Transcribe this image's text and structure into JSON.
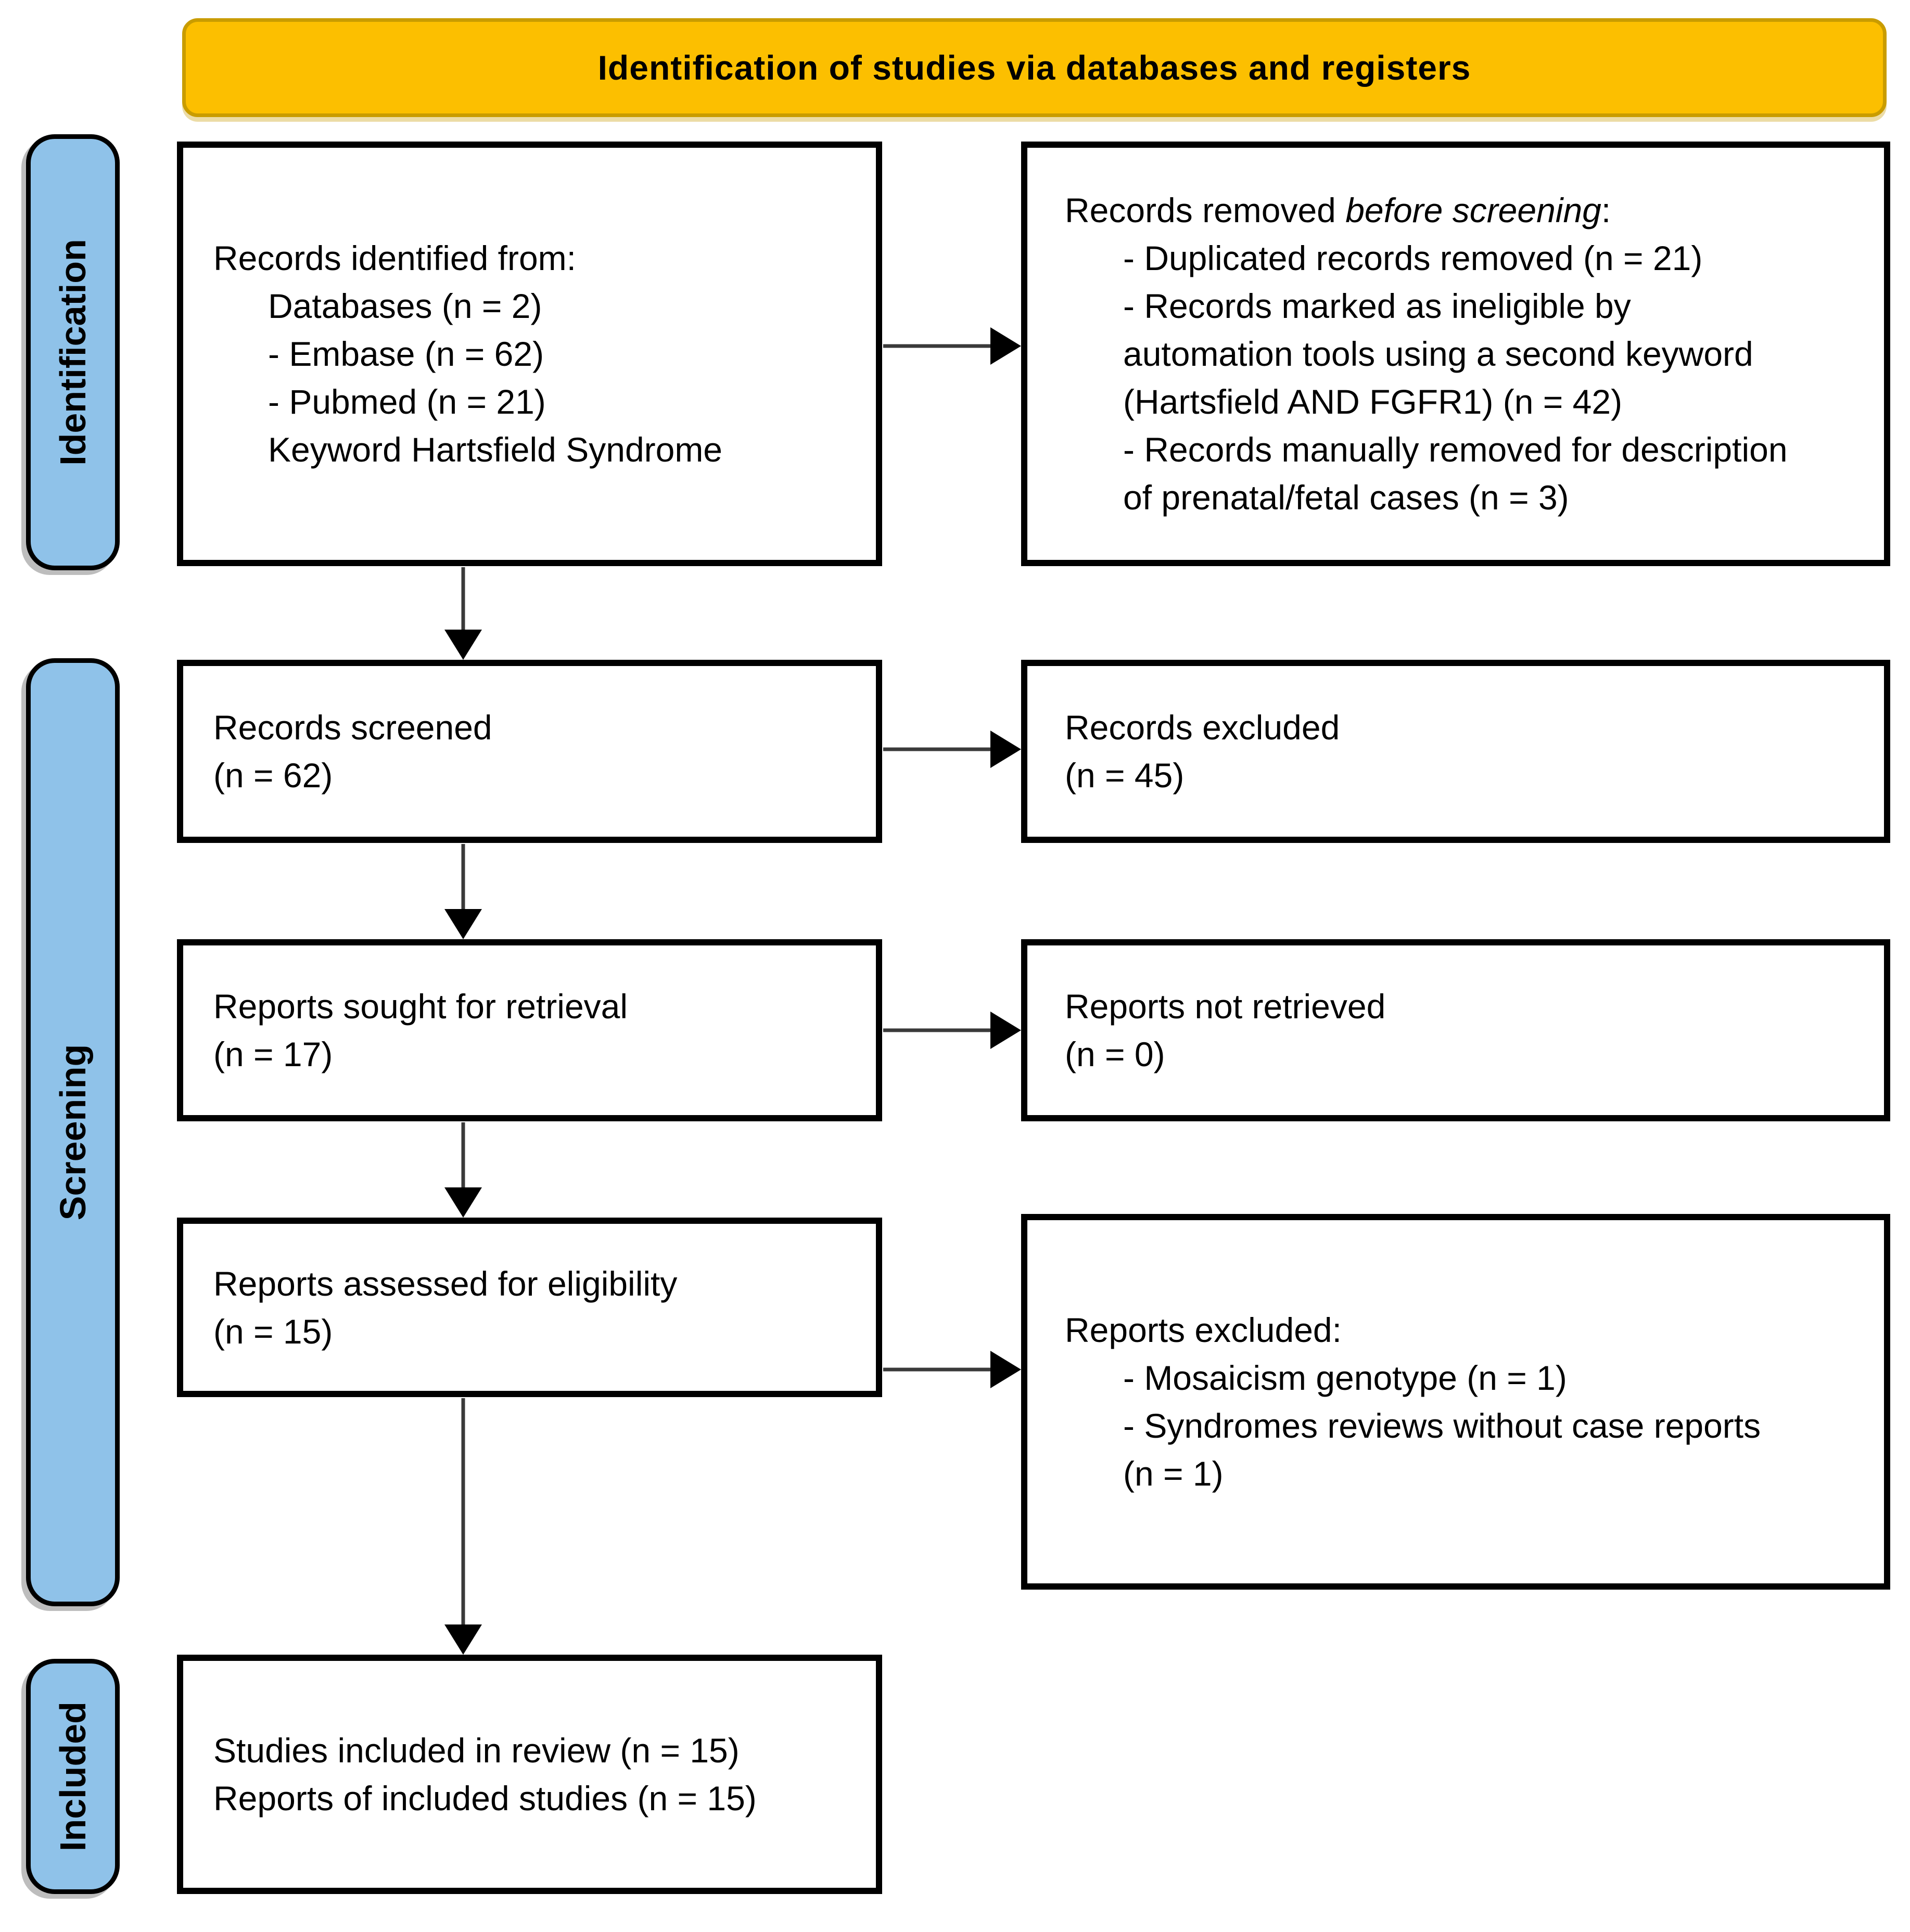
{
  "banner": {
    "title": "Identification of studies via databases and registers"
  },
  "sidebar": {
    "identification_label": "Identification",
    "screening_label": "Screening",
    "included_label": "Included"
  },
  "boxes": {
    "records_identified": {
      "line1": "Records identified from:",
      "line2": "Databases (n = 2)",
      "line3": "- Embase (n = 62)",
      "line4": "- Pubmed (n = 21)",
      "line5": "Keyword Hartsfield Syndrome"
    },
    "records_removed": {
      "line1_prefix": "Records removed ",
      "line1_italic": "before screening",
      "line1_suffix": ":",
      "line2": "- Duplicated records removed (n = 21)",
      "line3": "- Records marked as ineligible by",
      "line4": "automation tools using a second keyword",
      "line5": "(Hartsfield AND FGFR1) (n = 42)",
      "line6": "- Records manually removed for description",
      "line7": "of prenatal/fetal cases (n = 3)"
    },
    "records_screened": {
      "line1": "Records screened",
      "line2": "(n = 62)"
    },
    "records_excluded": {
      "line1": "Records excluded",
      "line2": "(n = 45)"
    },
    "reports_sought": {
      "line1": "Reports sought for retrieval",
      "line2": "(n = 17)"
    },
    "reports_not_retrieved": {
      "line1": "Reports not retrieved",
      "line2": "(n = 0)"
    },
    "reports_assessed": {
      "line1": "Reports assessed for eligibility",
      "line2": "(n = 15)"
    },
    "reports_excluded": {
      "line1": "Reports excluded:",
      "line2": "- Mosaicism genotype (n = 1)",
      "line3": "- Syndromes reviews without case reports",
      "line4": "(n = 1)"
    },
    "studies_included": {
      "line1": "Studies included in review (n = 15)",
      "line2": "Reports of included studies (n = 15)"
    }
  },
  "colors": {
    "banner_fill": "#FCBF00",
    "banner_border": "#C99C00",
    "stage_fill": "#8FC2E9",
    "box_background": "#FFFFFF",
    "box_border": "#000000",
    "arrow_line": "#3A3A3A",
    "arrow_head": "#000000"
  }
}
